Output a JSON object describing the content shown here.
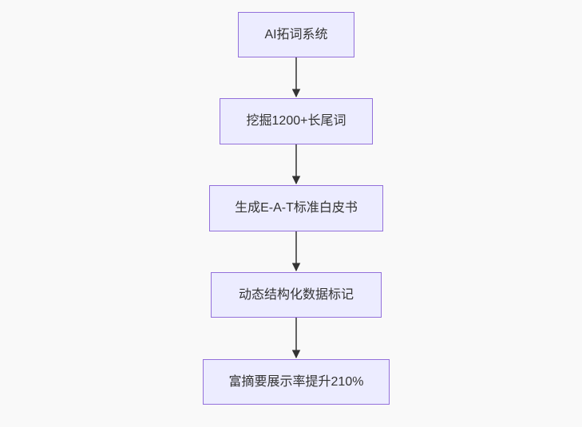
{
  "diagram": {
    "type": "flowchart",
    "direction": "top-down",
    "colors": {
      "canvas_background": "#f9f9f9",
      "node_fill": "#ECECFF",
      "node_border": "#9370DB",
      "node_text": "#333333",
      "arrow": "#333333"
    },
    "nodes": [
      {
        "label": "AI拓词系统"
      },
      {
        "label": "挖掘1200+长尾词"
      },
      {
        "label": "生成E-A-T标准白皮书"
      },
      {
        "label": "动态结构化数据标记"
      },
      {
        "label": "富摘要展示率提升210%"
      }
    ],
    "edges": [
      {
        "from": 0,
        "to": 1,
        "style": "arrow-down"
      },
      {
        "from": 1,
        "to": 2,
        "style": "arrow-down"
      },
      {
        "from": 2,
        "to": 3,
        "style": "arrow-down"
      },
      {
        "from": 3,
        "to": 4,
        "style": "arrow-down"
      }
    ]
  }
}
